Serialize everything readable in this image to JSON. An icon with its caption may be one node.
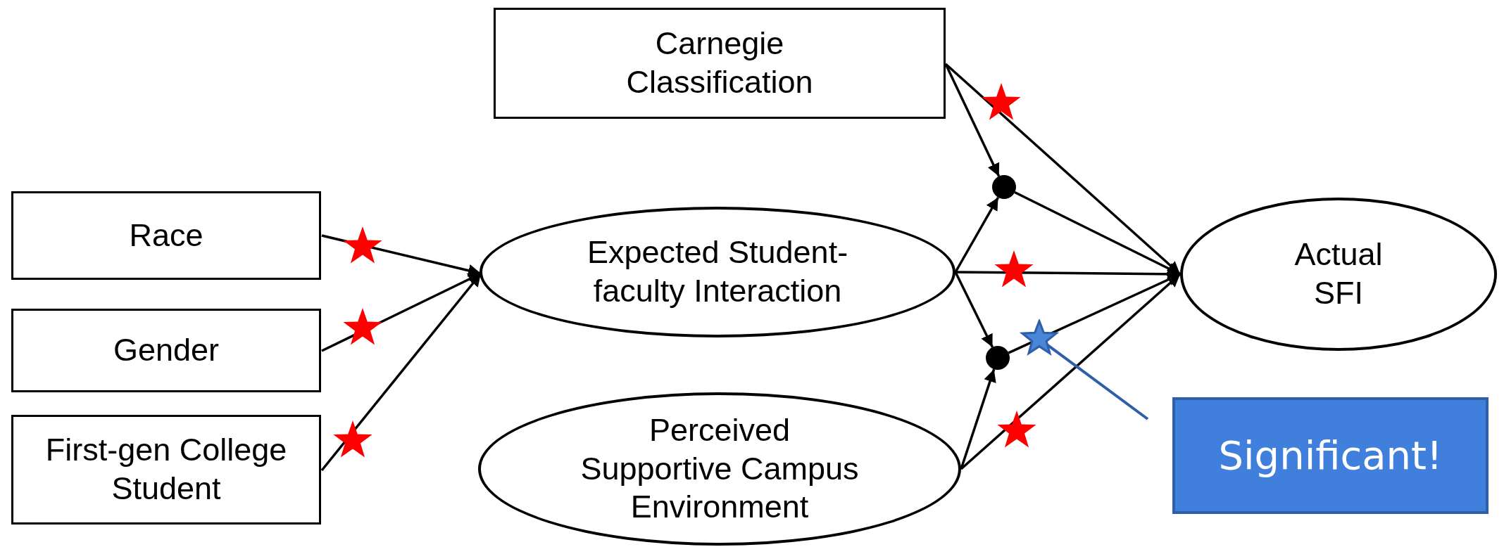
{
  "diagram": {
    "nodes": [
      {
        "text": [
          "Carnegie Classification"
        ]
      },
      {
        "text": [
          "Race"
        ]
      },
      {
        "text": [
          "Gender"
        ]
      },
      {
        "text": [
          "First-gen College Student"
        ]
      },
      {
        "text": [
          "Expected Student-faculty Interaction"
        ]
      },
      {
        "text": [],
        "shape": "circle"
      },
      {
        "text": [
          "Actual SFI"
        ]
      },
      {
        "text": [],
        "shape": "circle"
      },
      {
        "text": [],
        "shape": "star"
      },
      {
        "text": [
          "Perceived Supportive Campus Environment"
        ]
      },
      {
        "text": [
          "Significant!"
        ]
      }
    ],
    "edges": [
      {
        "from": 1,
        "to": 4,
        "arrow": "to"
      },
      {
        "from": 2,
        "to": 4,
        "arrow": "to"
      },
      {
        "from": 3,
        "to": 4,
        "arrow": "to"
      },
      {
        "from": 0,
        "to": 6,
        "arrow": "to"
      },
      {
        "from": 0,
        "to": 5,
        "arrow": "to"
      },
      {
        "from": 4,
        "to": 5,
        "arrow": "to"
      },
      {
        "from": 5,
        "to": 6,
        "arrow": "to"
      },
      {
        "from": 4,
        "to": 6,
        "arrow": "to"
      },
      {
        "from": 4,
        "to": 7,
        "arrow": "to"
      },
      {
        "from": 7,
        "to": 6,
        "arrow": "to"
      },
      {
        "from": 9,
        "to": 7,
        "arrow": "to"
      },
      {
        "from": 9,
        "to": 6,
        "arrow": "to"
      },
      {
        "from": 10,
        "to": 8,
        "arrow": "none",
        "color": "#2f5fa8"
      }
    ]
  }
}
